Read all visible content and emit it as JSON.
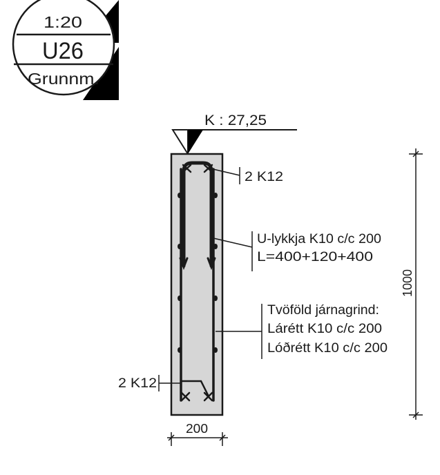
{
  "title_block": {
    "scale": "1:20",
    "code": "U26",
    "view": "Grunnm."
  },
  "elevation_label": "K : 27,25",
  "labels": {
    "top_bars": "2 K12",
    "u_loop_line1": "U-lykkja K10 c/c 200",
    "u_loop_line2": "L=400+120+400",
    "mesh_line1": "Tvöföld járnagrind:",
    "mesh_line2": "Lárétt K10 c/c 200",
    "mesh_line3": "Lóðrétt K10 c/c 200",
    "bottom_bars": "2 K12"
  },
  "dimensions": {
    "width": "200",
    "height": "1000"
  },
  "colors": {
    "ink": "#1a1a1a",
    "concrete_fill": "#d6d6d6",
    "title_fill": "#000000",
    "background": "#ffffff"
  }
}
